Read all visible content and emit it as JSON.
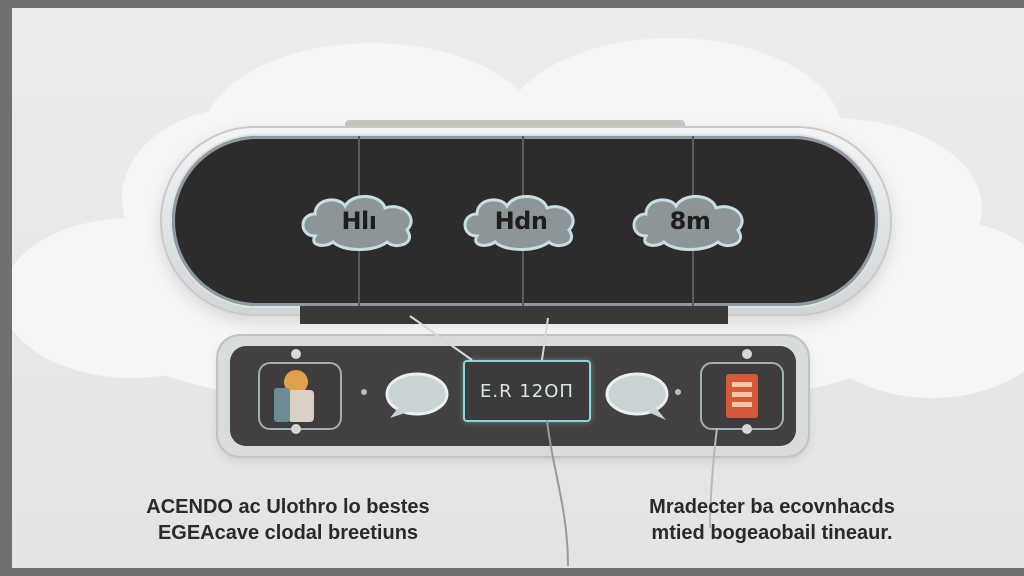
{
  "top_segments": [
    {
      "label": "Hlı"
    },
    {
      "label": "Hdn"
    },
    {
      "label": "8m"
    }
  ],
  "center_box": {
    "label": "E.R 12ОΠ"
  },
  "captions": {
    "left_line1": "ACENDO ac Ulothro lo bestes",
    "left_line2": "ЕGЕАcave clodal breetiuns",
    "right_line1": "Mradecter ba ecovnhacds",
    "right_line2": "mtied bogeaobail tineaur."
  },
  "colors": {
    "pill": "#2e2b2c",
    "bar": "#424040",
    "accent": "#8fd3d8",
    "warning": "#d65a3a"
  }
}
